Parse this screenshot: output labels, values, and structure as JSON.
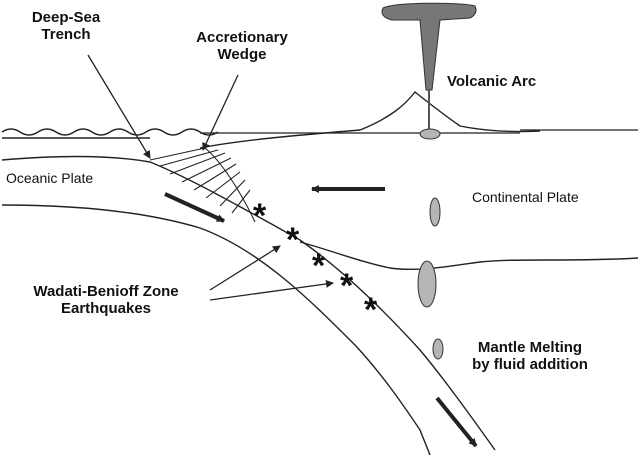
{
  "labels": {
    "trench_line1": "Deep-Sea",
    "trench_line2": "Trench",
    "wedge_line1": "Accretionary",
    "wedge_line2": "Wedge",
    "volcanic_arc": "Volcanic Arc",
    "oceanic_plate": "Oceanic Plate",
    "continental_plate": "Continental Plate",
    "wadati_line1": "Wadati-Benioff Zone",
    "wadati_line2": "Earthquakes",
    "mantle_line1": "Mantle Melting",
    "mantle_line2": "by fluid addition"
  },
  "earthquake_marker": "*",
  "colors": {
    "line": "#222222",
    "magma": "#b5b5b5",
    "plume": "#777777",
    "background": "#ffffff"
  }
}
